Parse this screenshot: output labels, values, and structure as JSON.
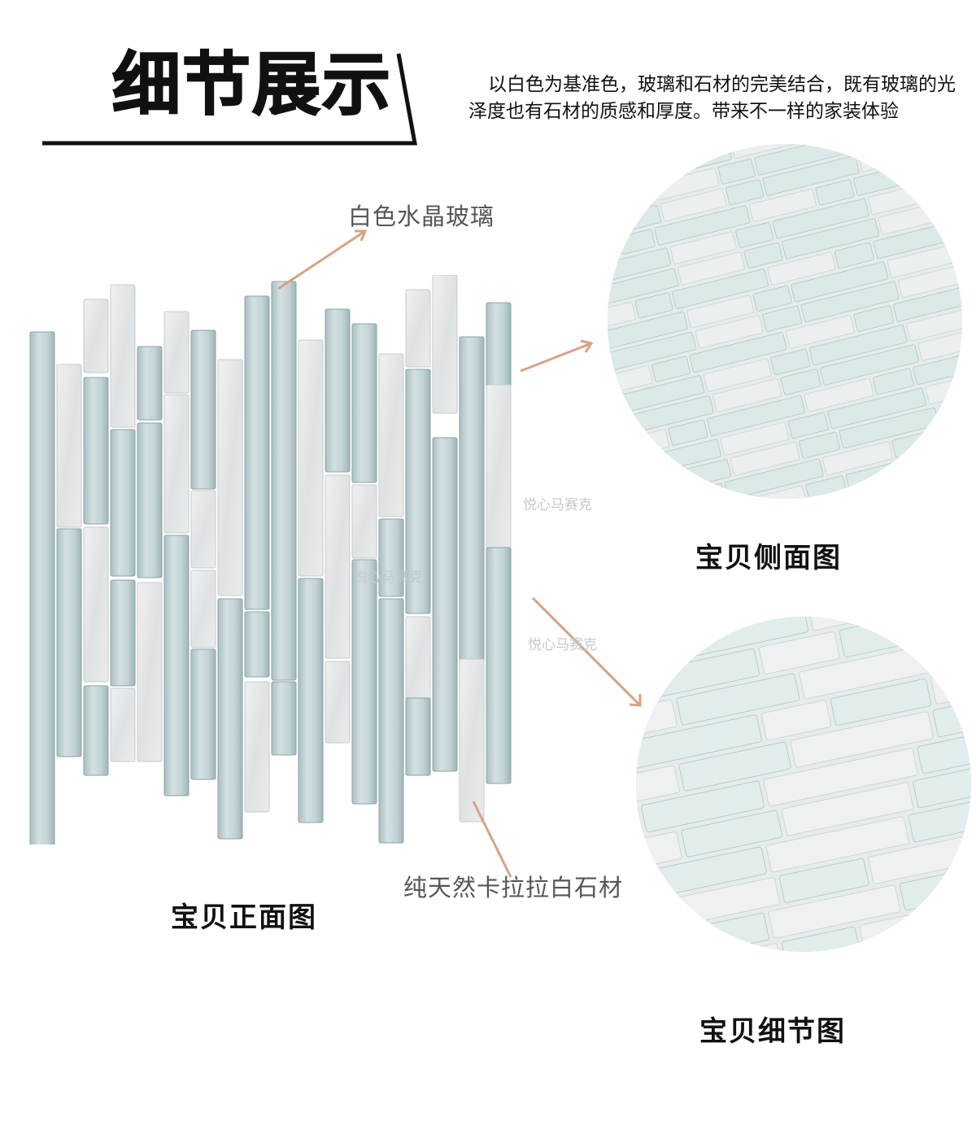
{
  "header": {
    "title": "细节展示",
    "intro": "以白色为基准色，玻璃和石材的完美结合，既有玻璃的光泽度也有石材的质感和厚度。带来不一样的家装体验"
  },
  "callouts": {
    "glass": "白色水晶玻璃",
    "stone": "纯天然卡拉拉白石材"
  },
  "captions": {
    "front": "宝贝正面图",
    "side": "宝贝侧面图",
    "detail": "宝贝细节图"
  },
  "watermarks": [
    "悦心马赛克",
    "悦心马赛克",
    "悦心马赛克"
  ],
  "colors": {
    "accent_arrow": "#d9a184",
    "glass_tile": "#c6d6d8",
    "stone_tile": "#e7e9ea",
    "title_text": "#111111"
  }
}
